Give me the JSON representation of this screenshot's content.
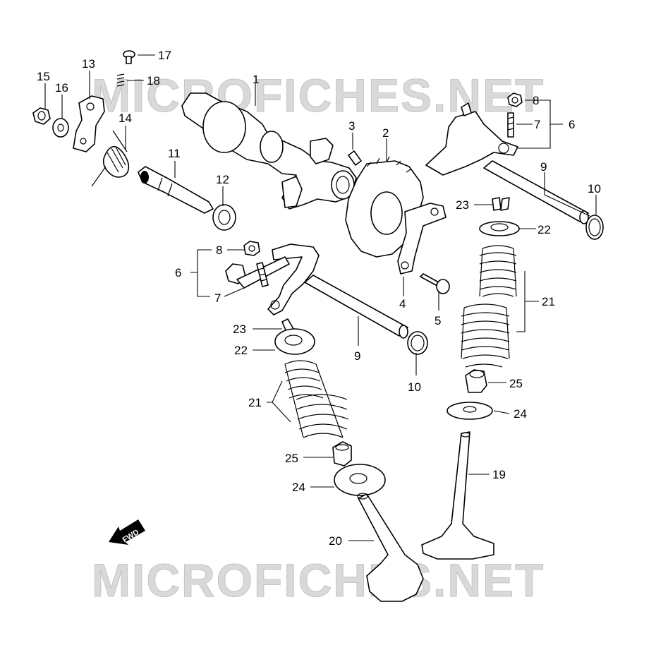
{
  "watermark": {
    "top_text": "MICROFICHES.NET",
    "bottom_text": "MICROFICHES.NET"
  },
  "direction_badge": {
    "label": "FWD",
    "icon": "arrow-left-down-icon"
  },
  "callouts": {
    "c1": "1",
    "c2": "2",
    "c4": "4",
    "c5": "5",
    "c6_right": "6",
    "c6_left": "6",
    "c7_right": "7",
    "c7_left": "7",
    "c8_right": "8",
    "c8_left": "8",
    "c9_right": "9",
    "c9_left": "9",
    "c10_right": "10",
    "c10_left": "10",
    "c11": "11",
    "c12": "12",
    "c13": "13",
    "c14": "14",
    "c15": "15",
    "c16": "16",
    "c17": "17",
    "c18": "18",
    "c19": "19",
    "c20": "20",
    "c21_right": "21",
    "c21_left": "21",
    "c22_right": "22",
    "c22_left": "22",
    "c23_right": "23",
    "c23_left": "23",
    "c24_right": "24",
    "c24_left": "24",
    "c25_right": "25",
    "c25_left": "25"
  }
}
